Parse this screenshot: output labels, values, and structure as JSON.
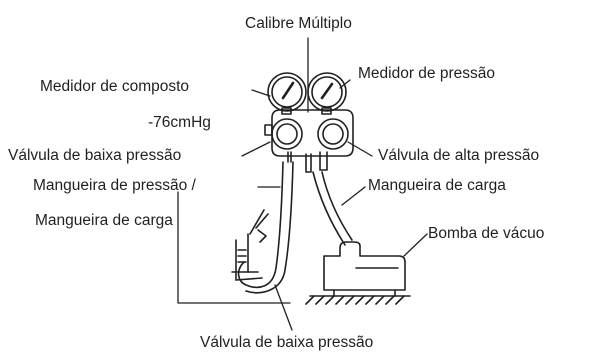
{
  "labels": {
    "manifold_gauge": "Calibre Múltiplo",
    "compound_gauge": "Medidor de composto",
    "pressure_gauge": "Medidor de pressão",
    "compound_reading": "-76cmHg",
    "low_pressure_valve": "Válvula de baixa pressão",
    "high_pressure_valve": "Válvula de alta pressão",
    "pressure_hose": "Mangueira de pressão /",
    "charge_hose_right": "Mangueira de carga",
    "charge_hose_left": "Mangueira de carga",
    "vacuum_pump": "Bomba de vácuo",
    "low_pressure_valve_bottom": "Válvula de baixa pressão"
  },
  "colors": {
    "ink": "#231f20",
    "background": "#ffffff"
  }
}
